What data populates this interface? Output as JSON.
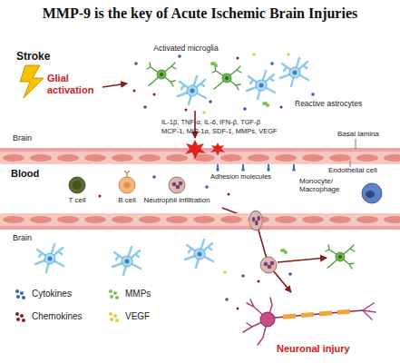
{
  "diagram": {
    "title": "MMP-9 is the key of Acute Ischemic Brain Injuries",
    "nodes": [
      {
        "text": [
          "Activated microglia"
        ]
      },
      {
        "text": [
          "Reactive astrocytes"
        ]
      },
      {
        "text": [
          "Blood"
        ]
      },
      {
        "text": [
          "T cell"
        ],
        "in": 2
      },
      {
        "text": [
          "B cell"
        ],
        "in": 2
      },
      {
        "text": [
          "Neutrophil infiltration"
        ],
        "in": 2
      },
      {
        "text": [
          "Monocyte/ Macrophage"
        ],
        "in": 2
      },
      {
        "text": [
          "Neuronal injury"
        ]
      }
    ],
    "edges": [
      {
        "from": 5,
        "to": 7,
        "arrow": "to"
      }
    ],
    "labels": [
      "Stroke",
      "Glial activation",
      "IL-1β, TNF-α, IL-6, IFN-β, TGF-β",
      "MCP-1, MIP-1α, SDF-1, MMPs, VEGF",
      "Brain",
      "Basal lamina",
      "Endothelial cell",
      "Adhesion molecules",
      "Brain"
    ],
    "legend": [
      {
        "text": "Cytokines",
        "color": "#2f64b8"
      },
      {
        "text": "MMPs",
        "color": "#7cc24f"
      },
      {
        "text": "Chemokines",
        "color": "#8e1b1b"
      },
      {
        "text": "VEGF",
        "color": "#f0c53a"
      }
    ]
  }
}
